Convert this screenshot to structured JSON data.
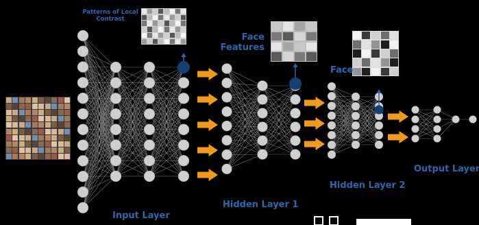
{
  "labels": {
    "patterns": "Patterns of Local\nContrast",
    "face_features": "Face\nFeatures",
    "face": "Face",
    "input_layer": "Input Layer",
    "hidden_layer_1": "Hidden Layer 1",
    "hidden_layer_2": "Hidden Layer 2",
    "output_layer": "Output Layer"
  },
  "colors": {
    "node_fill": "#cfcfcf",
    "edge": "#9a9a9a",
    "highlight_node": "#143f73",
    "arrow": "#f39a1c",
    "label": "#2a67ad"
  }
}
